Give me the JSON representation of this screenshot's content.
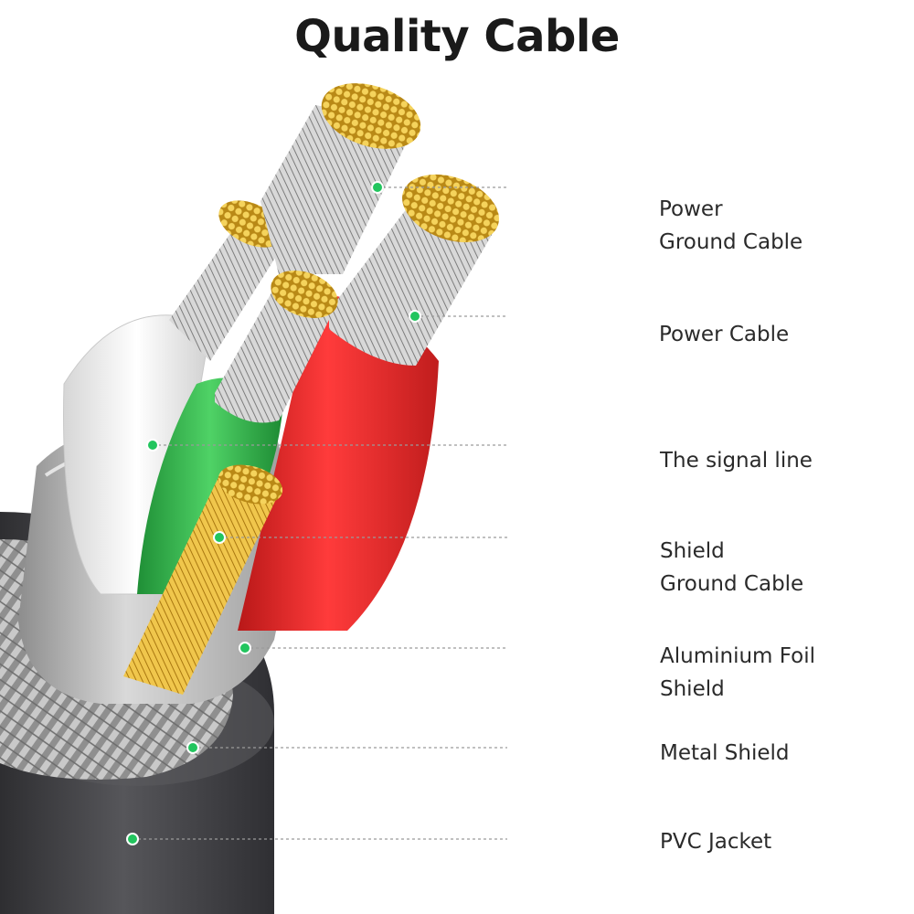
{
  "title": "Quality Cable",
  "colors": {
    "marker": "#22c55e",
    "leader": "#9a9a9a",
    "red_wire": "#e52b2b",
    "green_wire": "#2fb64a",
    "white_wire": "#f2f2f2",
    "gold": "#e3b73a",
    "jacket": "#4a4a4d",
    "foil": "#bcbcbc"
  },
  "labels": [
    {
      "id": "power-ground",
      "lines": [
        "Power",
        "Ground Cable"
      ]
    },
    {
      "id": "power",
      "lines": [
        "Power Cable"
      ]
    },
    {
      "id": "signal",
      "lines": [
        "The signal line"
      ]
    },
    {
      "id": "shield-ground",
      "lines": [
        "Shield",
        "Ground Cable"
      ]
    },
    {
      "id": "foil",
      "lines": [
        "Aluminium Foil",
        "Shield"
      ]
    },
    {
      "id": "metal",
      "lines": [
        "Metal Shield"
      ]
    },
    {
      "id": "pvc",
      "lines": [
        "PVC Jacket"
      ]
    }
  ]
}
